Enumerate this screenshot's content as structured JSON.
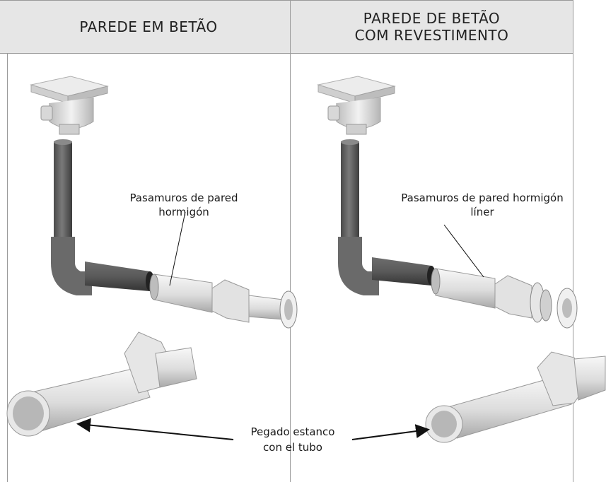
{
  "headers": {
    "left": "PAREDE EM BETÃO",
    "right_line1": "PAREDE DE BETÃO",
    "right_line2": "COM REVESTIMENTO"
  },
  "labels": {
    "left_line1": "Pasamuros de pared",
    "left_line2": "hormigón",
    "right_line1": "Pasamuros de pared hormigón",
    "right_line2": "líner",
    "bottom_line1": "Pegado estanco",
    "bottom_line2": "con el tubo"
  }
}
